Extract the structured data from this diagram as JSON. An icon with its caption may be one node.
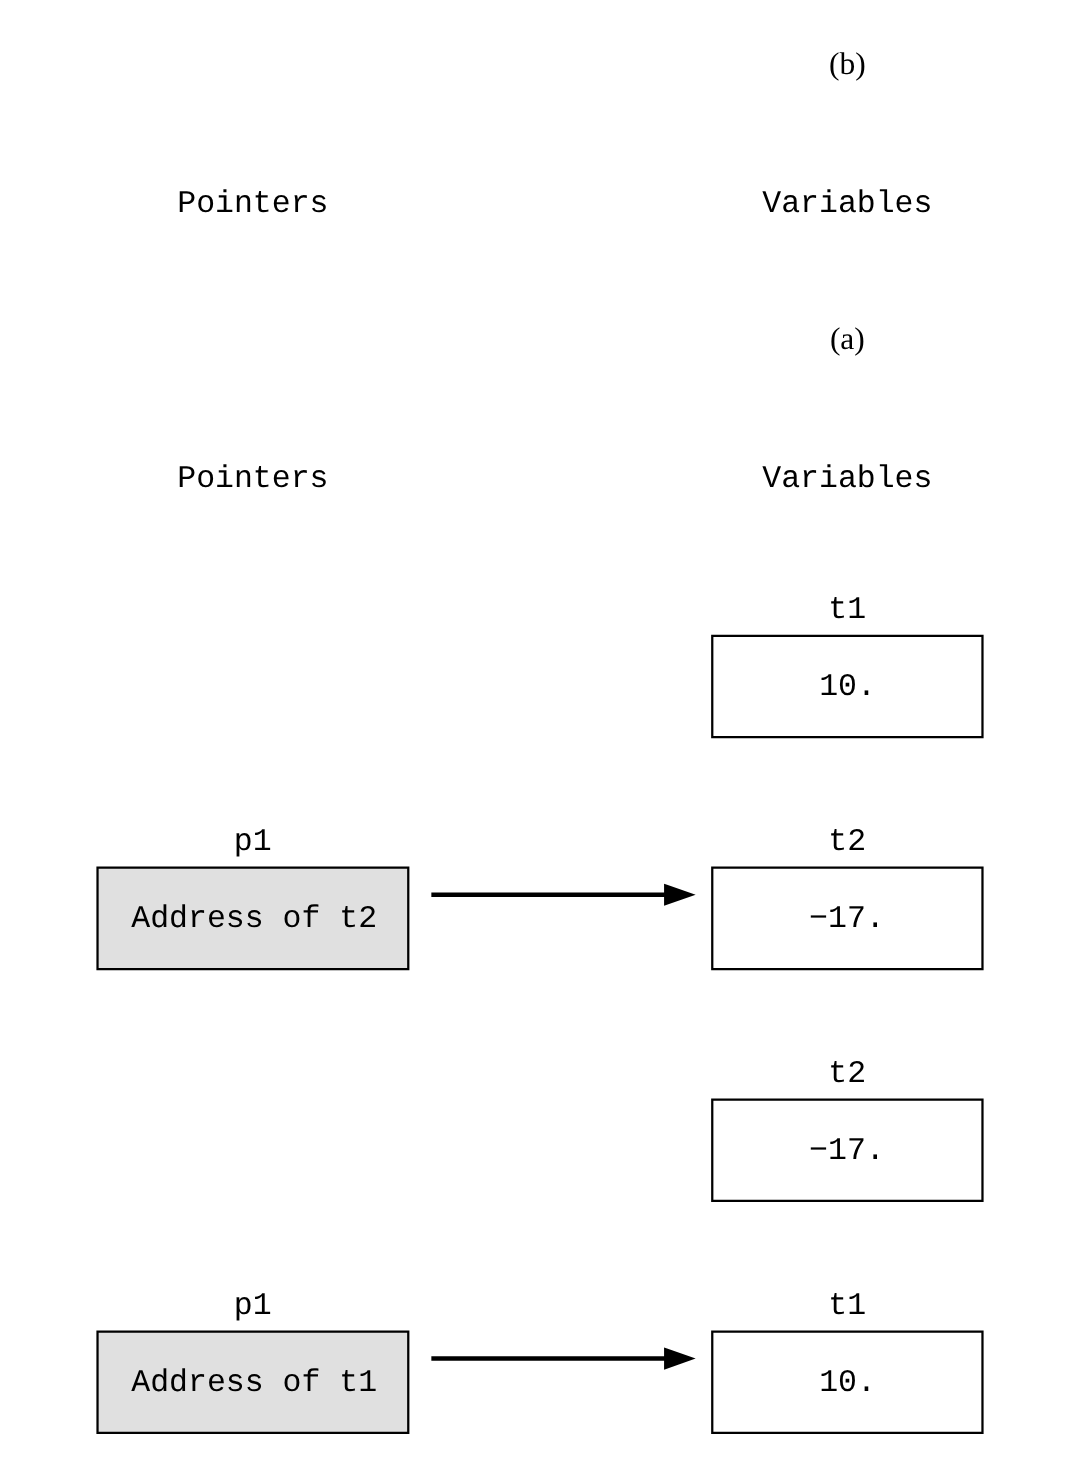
{
  "diagram": {
    "nodes": [
      {
        "text": [
          "p1",
          "Address of t1"
        ]
      },
      {
        "text": [
          "t1",
          "10."
        ]
      },
      {
        "text": [
          "t2",
          "−17."
        ]
      },
      {
        "text": [
          "p1",
          "Address of t2"
        ]
      },
      {
        "text": [
          "t1",
          "10."
        ]
      },
      {
        "text": [
          "t2",
          "−17."
        ]
      }
    ],
    "edges": [
      {
        "from": 0,
        "to": 1,
        "arrow": "to"
      },
      {
        "from": 3,
        "to": 5,
        "arrow": "to"
      }
    ],
    "labels": [
      "Pointers",
      "Variables",
      "(a)",
      "Pointers",
      "Variables",
      "(b)"
    ]
  }
}
